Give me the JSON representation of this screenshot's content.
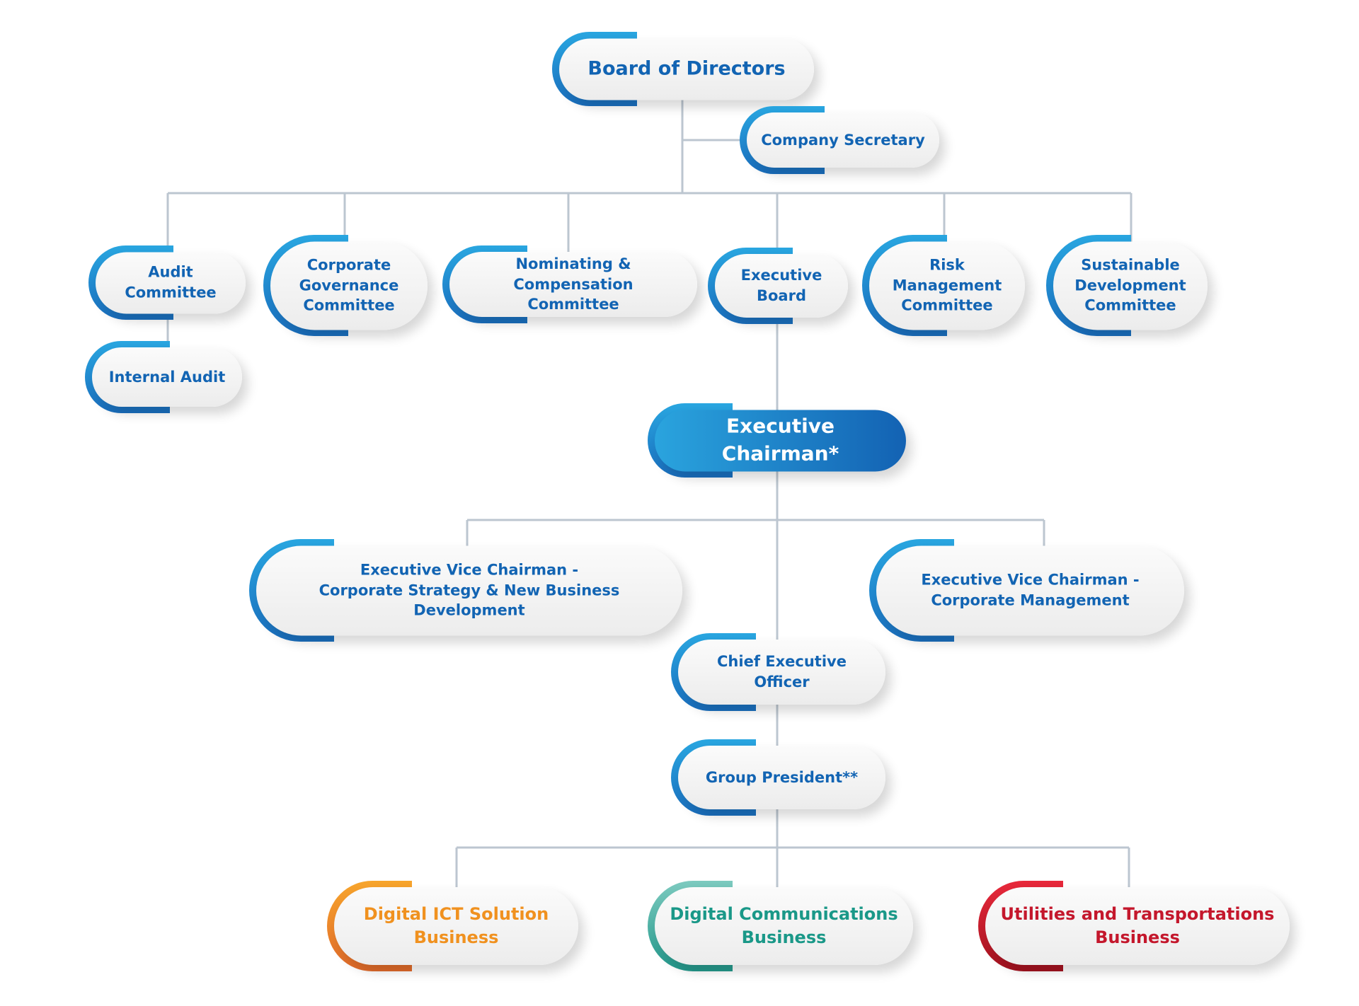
{
  "org_chart": {
    "board": "Board of Directors",
    "company_secretary": "Company Secretary",
    "committees": {
      "audit": "Audit\nCommittee",
      "internal_audit": "Internal Audit",
      "corporate_governance": "Corporate\nGovernance\nCommittee",
      "nominating_compensation": "Nominating & Compensation\nCommittee",
      "executive_board": "Executive\nBoard",
      "risk_management": "Risk\nManagement\nCommittee",
      "sustainable_development": "Sustainable\nDevelopment\nCommittee"
    },
    "executive_chairman": "Executive Chairman*",
    "evc_strategy": "Executive Vice Chairman -\nCorporate Strategy & New Business Development",
    "evc_management": "Executive Vice Chairman -\nCorporate Management",
    "ceo": "Chief Executive Officer",
    "group_president": "Group President**",
    "business_units": {
      "digital_ict": "Digital ICT Solution\nBusiness",
      "digital_communications": "Digital Communications\nBusiness",
      "utilities_transportations": "Utilities and Transportations\nBusiness"
    }
  },
  "colors": {
    "primary_blue": "#1264b3",
    "connector": "#bcc6d0",
    "digital_ict": "#f0911f",
    "digital_communications": "#1a9888",
    "utilities_transportations": "#c4172c"
  }
}
